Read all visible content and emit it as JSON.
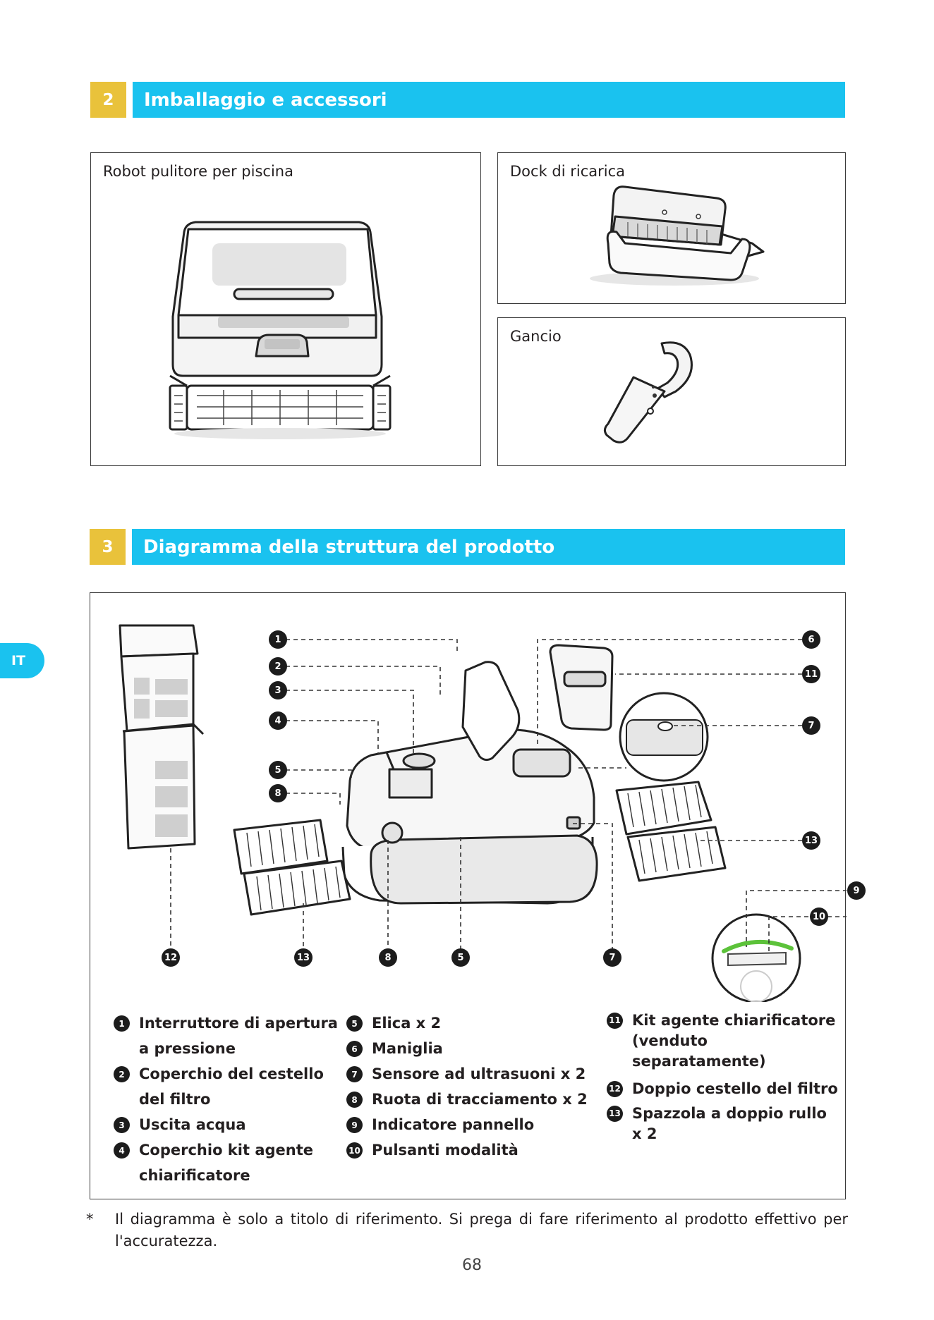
{
  "section2": {
    "number": "2",
    "title": "Imballaggio e accessori"
  },
  "box_robot": {
    "label": "Robot pulitore per piscina"
  },
  "box_dock": {
    "label": "Dock di ricarica"
  },
  "box_hook": {
    "label": "Gancio"
  },
  "section3": {
    "number": "3",
    "title": "Diagramma della struttura del prodotto"
  },
  "language_tab": "IT",
  "callouts": [
    "1",
    "2",
    "3",
    "4",
    "5",
    "6",
    "7",
    "8",
    "9",
    "10",
    "11",
    "12",
    "13"
  ],
  "legend": {
    "col1": [
      {
        "num": "1",
        "lines": [
          "Interruttore di apertura",
          "a pressione"
        ]
      },
      {
        "num": "2",
        "lines": [
          "Coperchio del cestello",
          "del filtro"
        ]
      },
      {
        "num": "3",
        "lines": [
          "Uscita acqua"
        ]
      },
      {
        "num": "4",
        "lines": [
          "Coperchio kit agente",
          "chiarificatore"
        ]
      }
    ],
    "col2": [
      {
        "num": "5",
        "lines": [
          "Elica x 2"
        ]
      },
      {
        "num": "6",
        "lines": [
          "Maniglia"
        ]
      },
      {
        "num": "7",
        "lines": [
          "Sensore ad ultrasuoni x 2"
        ]
      },
      {
        "num": "8",
        "lines": [
          "Ruota di tracciamento x 2"
        ]
      },
      {
        "num": "9",
        "lines": [
          "Indicatore pannello"
        ]
      },
      {
        "num": "10",
        "lines": [
          "Pulsanti modalità"
        ]
      }
    ],
    "col3": [
      {
        "num": "11",
        "lines": [
          "Kit agente chiarificatore",
          "(venduto separatamente)"
        ]
      },
      {
        "num": "12",
        "lines": [
          "Doppio cestello del filtro"
        ]
      },
      {
        "num": "13",
        "lines": [
          "Spazzola a doppio rullo x 2"
        ]
      }
    ]
  },
  "footnote": {
    "star": "*",
    "text": "Il diagramma è solo a titolo di riferimento. Si prega di fare riferimento al prodotto effettivo per l'accuratezza."
  },
  "page_number": "68",
  "colors": {
    "section_number_bg": "#e9c23b",
    "section_bar_bg": "#1ac2ef",
    "indicator_green": "#5cc23a"
  }
}
